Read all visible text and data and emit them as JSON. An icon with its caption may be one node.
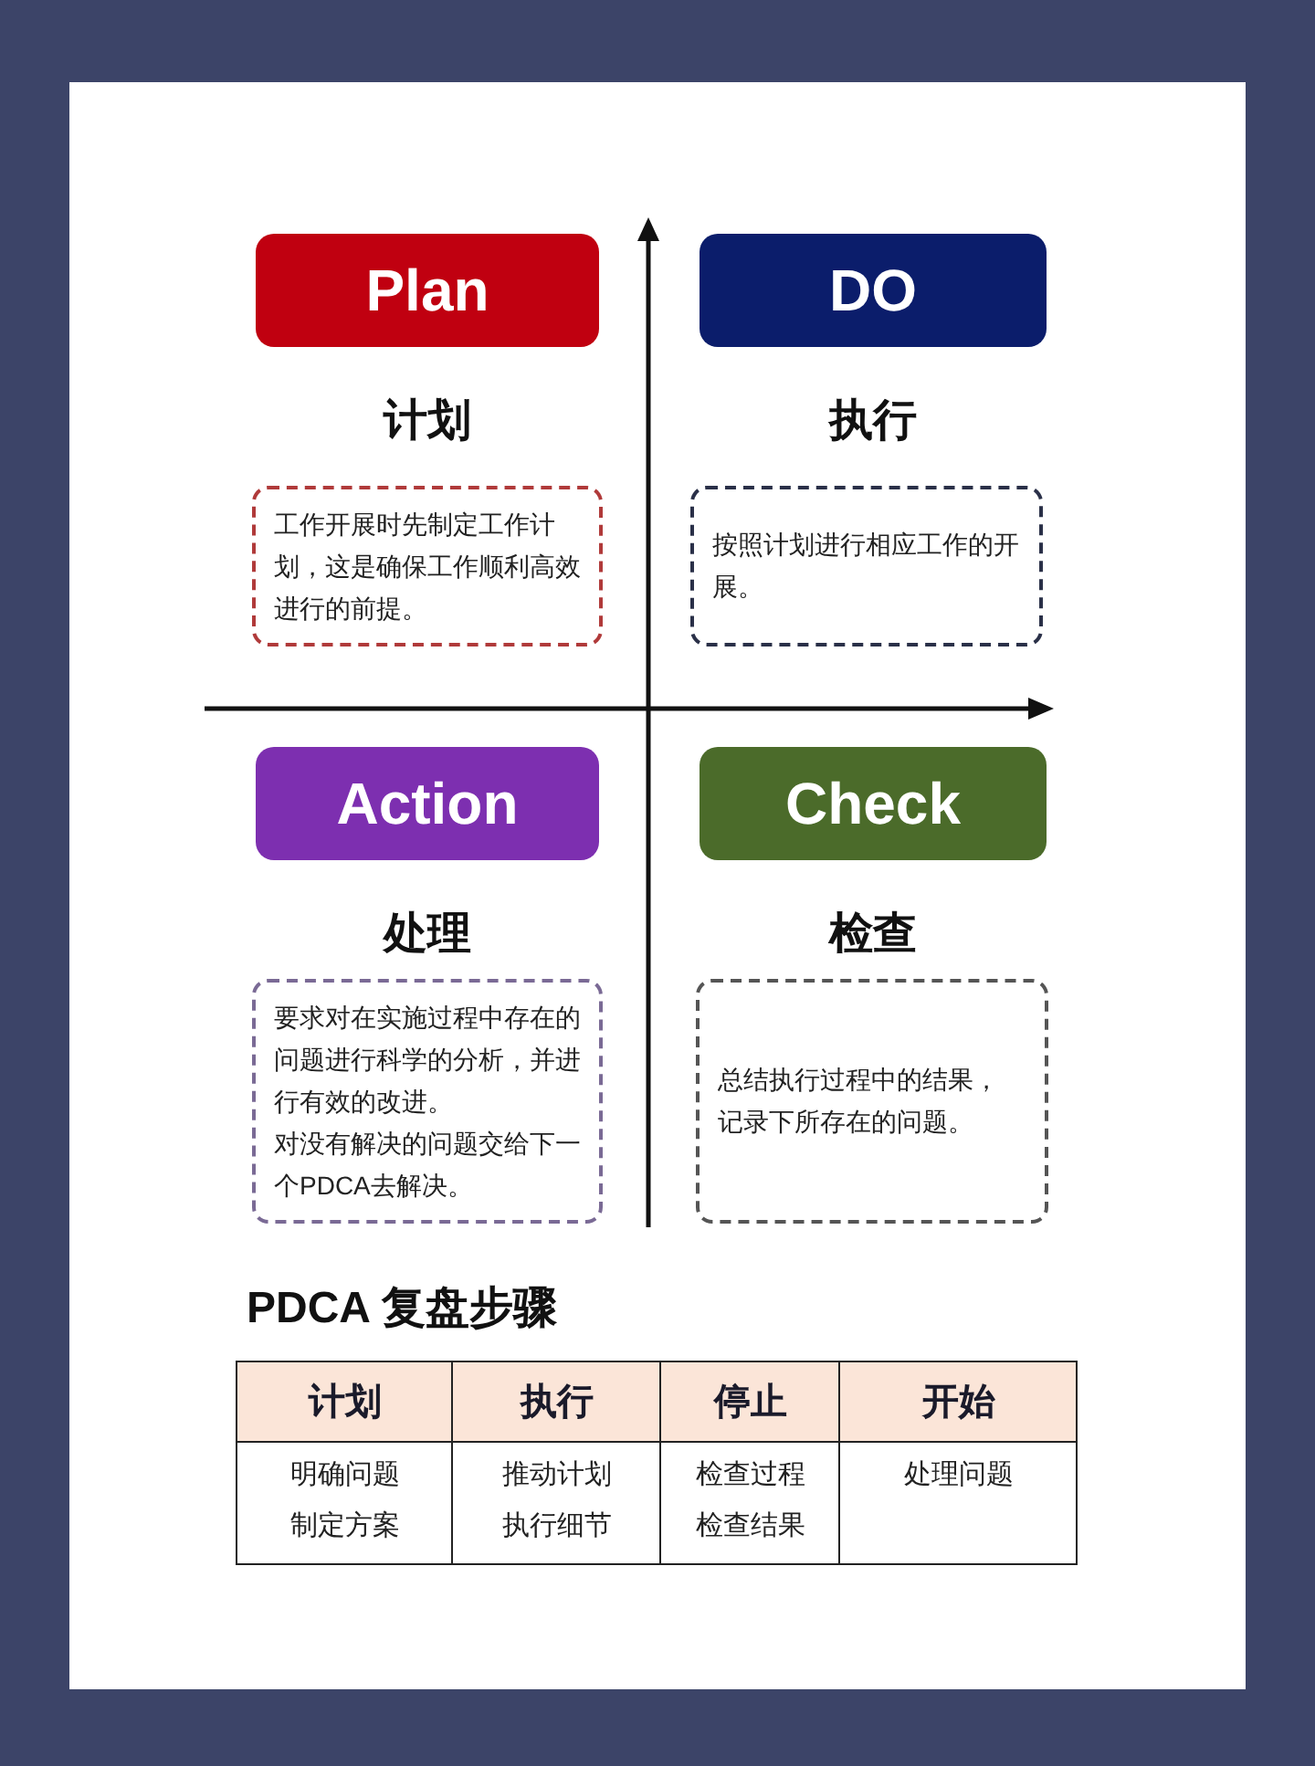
{
  "diagram": {
    "nodes": [
      {
        "text": [
          "Plan"
        ],
        "beside": [
          "计划"
        ]
      },
      {
        "text": [
          "工作开展时先制定工作计划，这是确保工作顺利高效进行的前提。"
        ]
      },
      {
        "text": [
          "DO"
        ],
        "beside": [
          "执行"
        ]
      },
      {
        "text": [
          "按照计划进行相应工作的开展。"
        ]
      },
      {
        "text": [
          "Action"
        ],
        "beside": [
          "处理"
        ]
      },
      {
        "text": [
          "要求对在实施过程中存在的问题进行科学的分析，并进行有效的改进。",
          "对没有解决的问题交给下一个PDCA去解决。"
        ]
      },
      {
        "text": [
          "Check"
        ],
        "beside": [
          "检查"
        ]
      },
      {
        "text": [
          "总结执行过程中的结果，",
          "记录下所存在的问题。"
        ]
      }
    ],
    "edges": [],
    "labels": [
      "PDCA 复盘步骤",
      "计划",
      "执行",
      "停止",
      "开始",
      "明确问题",
      "推动计划",
      "检查过程",
      "处理问题",
      "制定方案",
      "执行细节",
      "检查结果"
    ]
  }
}
